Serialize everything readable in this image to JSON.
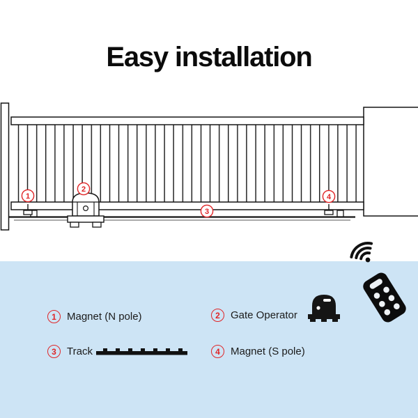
{
  "title": "Easy installation",
  "markers": [
    "1",
    "2",
    "3",
    "4"
  ],
  "legend": {
    "items": [
      {
        "num": "1",
        "label": "Magnet (N pole)"
      },
      {
        "num": "2",
        "label": "Gate Operator",
        "icon": "gate-operator-icon"
      },
      {
        "num": "3",
        "label": "Track",
        "icon": "track-icon"
      },
      {
        "num": "4",
        "label": "Magnet (S pole)"
      }
    ]
  },
  "icons": [
    "remote-control-icon",
    "wifi-signal-icon",
    "gate-operator-icon",
    "track-icon"
  ],
  "colors": {
    "accent_red": "#e02527",
    "panel_blue": "#cde4f5",
    "line_ink": "#151515"
  }
}
